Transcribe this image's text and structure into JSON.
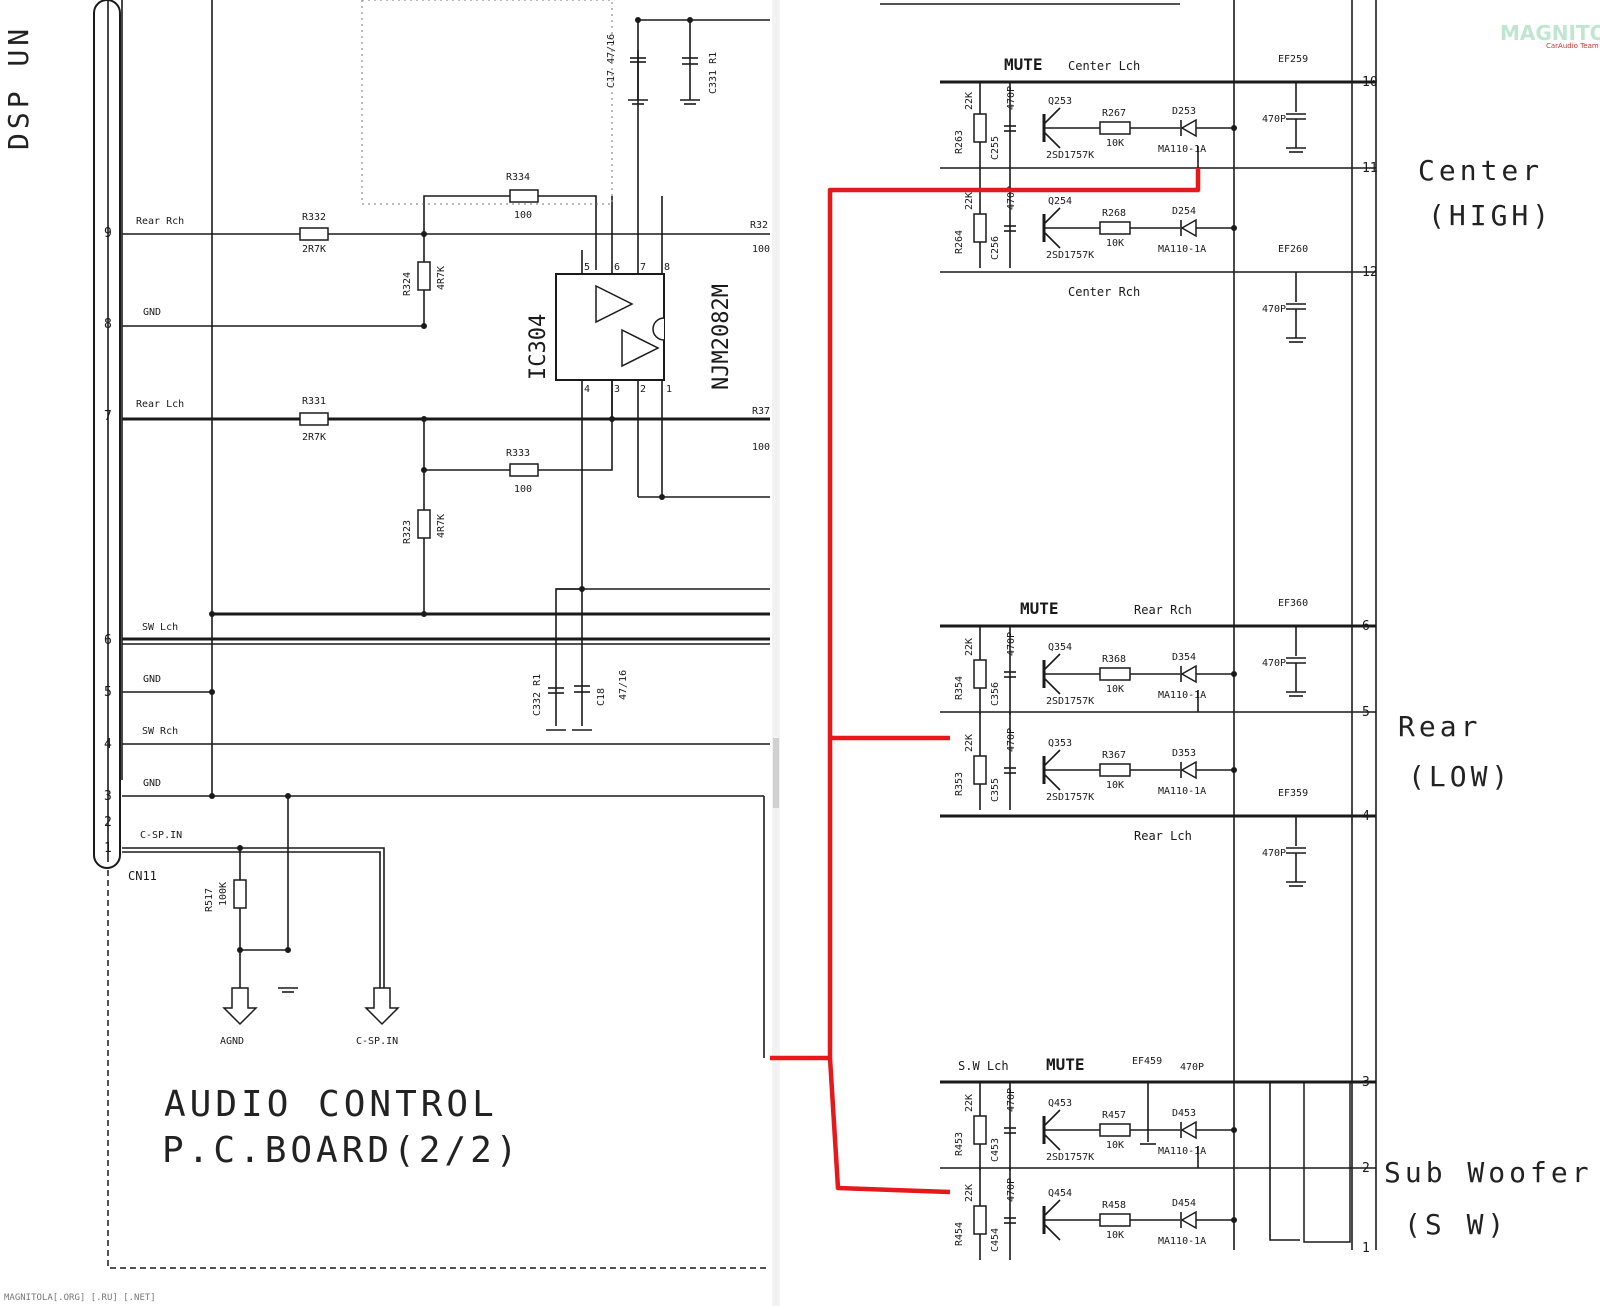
{
  "left_panel": {
    "corner_label": "DSP UN",
    "title_line1": "AUDIO CONTROL",
    "title_line2": "P.C.BOARD(2/2)",
    "connector_name": "CN11",
    "ic_name": "IC304",
    "ic_part": "NJM2082M",
    "ic_pins_top": [
      "5",
      "6",
      "7",
      "8"
    ],
    "ic_pins_bottom": [
      "4",
      "3",
      "2",
      "1"
    ],
    "pins": [
      {
        "num": "9",
        "label": "Rear Rch"
      },
      {
        "num": "8",
        "label": "GND"
      },
      {
        "num": "7",
        "label": "Rear Lch"
      },
      {
        "num": "6",
        "label": "SW Lch"
      },
      {
        "num": "5",
        "label": "GND"
      },
      {
        "num": "4",
        "label": "SW Rch"
      },
      {
        "num": "3",
        "label": "GND"
      },
      {
        "num": "2",
        "label": ""
      },
      {
        "num": "1",
        "label": "C-SP.IN"
      }
    ],
    "components": {
      "r332": {
        "name": "R332",
        "value": "2R7K"
      },
      "r331": {
        "name": "R331",
        "value": "2R7K"
      },
      "r334": {
        "name": "R334",
        "value": "100"
      },
      "r333": {
        "name": "R333",
        "value": "100"
      },
      "r324": {
        "name": "R324",
        "value": "4R7K"
      },
      "r323": {
        "name": "R323",
        "value": "4R7K"
      },
      "r517": {
        "name": "R517",
        "value": "100K"
      },
      "r32x_top": "R32",
      "r32x_top_val": "100",
      "r37x": "R37",
      "r37x_val": "100",
      "c17": "C17 47/16",
      "c331": "C331 R1",
      "c332": "C332 R1",
      "c18": "C18",
      "c18_val": "47/16"
    },
    "arrows": [
      {
        "label": "AGND"
      },
      {
        "label": "C-SP.IN"
      }
    ]
  },
  "right_panel": {
    "groups": [
      {
        "mute_label": "MUTE",
        "top_channel": "Center Lch",
        "bottom_channel": "Center Rch",
        "side_label_1": "Center",
        "side_label_2": "(HIGH)",
        "rows": [
          {
            "res_v": "R263",
            "res_v_val": "22K",
            "cap": "C255",
            "cap_val": "470P",
            "tr": "Q253",
            "tr_part": "2SD1757K",
            "r": "R267",
            "r_val": "10K",
            "d": "D253",
            "d_part": "MA110-1A",
            "pin": "10",
            "ef": "EF259",
            "ef_val": "470P"
          },
          {
            "res_v": "R264",
            "res_v_val": "22K",
            "cap": "C256",
            "cap_val": "470P",
            "tr": "Q254",
            "tr_part": "2SD1757K",
            "r": "R268",
            "r_val": "10K",
            "d": "D254",
            "d_part": "MA110-1A",
            "pin": "12",
            "ef": "EF260",
            "ef_val": "470P"
          }
        ],
        "mid_pin": "11"
      },
      {
        "mute_label": "MUTE",
        "top_channel": "Rear Rch",
        "bottom_channel": "Rear Lch",
        "side_label_1": "Rear",
        "side_label_2": "(LOW)",
        "rows": [
          {
            "res_v": "R354",
            "res_v_val": "22K",
            "cap": "C356",
            "cap_val": "470P",
            "tr": "Q354",
            "tr_part": "2SD1757K",
            "r": "R368",
            "r_val": "10K",
            "d": "D354",
            "d_part": "MA110-1A",
            "pin": "6",
            "ef": "EF360",
            "ef_val": "470P"
          },
          {
            "res_v": "R353",
            "res_v_val": "22K",
            "cap": "C355",
            "cap_val": "470P",
            "tr": "Q353",
            "tr_part": "2SD1757K",
            "r": "R367",
            "r_val": "10K",
            "d": "D353",
            "d_part": "MA110-1A",
            "pin": "4",
            "ef": "EF359",
            "ef_val": "470P"
          }
        ],
        "mid_pin": "5"
      },
      {
        "mute_label": "MUTE",
        "top_channel": "S.W Lch",
        "bottom_channel": "",
        "side_label_1": "Sub Woofer",
        "side_label_2": "(S W)",
        "rows": [
          {
            "res_v": "R453",
            "res_v_val": "22K",
            "cap": "C453",
            "cap_val": "470P",
            "tr": "Q453",
            "tr_part": "2SD1757K",
            "r": "R457",
            "r_val": "10K",
            "d": "D453",
            "d_part": "MA110-1A",
            "pin": "3",
            "ef": "EF459",
            "ef_val": "470P"
          },
          {
            "res_v": "R454",
            "res_v_val": "22K",
            "cap": "C454",
            "cap_val": "470P",
            "tr": "Q454",
            "tr_part": "",
            "r": "R458",
            "r_val": "10K",
            "d": "D454",
            "d_part": "MA110-1A",
            "pin": "1",
            "ef": "",
            "ef_val": ""
          }
        ],
        "mid_pin": "2"
      }
    ]
  },
  "watermark_logo": "MAGNITOLA",
  "watermark_logo_sub": "CarAudio Team",
  "watermark_footer": "MAGNITOLA[.ORG] [.RU] [.NET]",
  "colors": {
    "annotation": "#e5191c",
    "ink": "#1a1a1a"
  }
}
